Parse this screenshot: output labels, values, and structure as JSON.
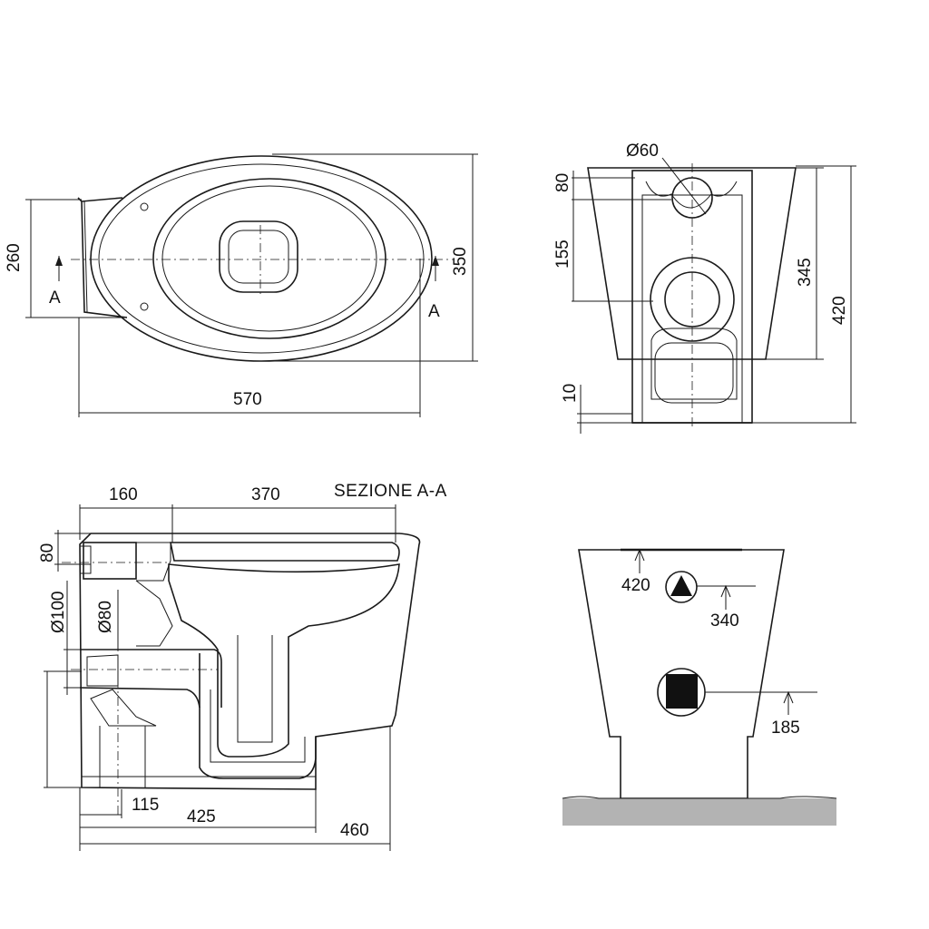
{
  "top_view": {
    "dim_width": "570",
    "dim_depth": "350",
    "dim_side": "260",
    "section_mark_left": "A",
    "section_mark_right": "A"
  },
  "rear_view": {
    "dim_diameter": "Ø60",
    "dim_top": "80",
    "dim_middle": "155",
    "dim_bottom": "10",
    "dim_inner_height": "345",
    "dim_total_height": "420"
  },
  "section_view": {
    "title": "SEZIONE A-A",
    "dim_rear": "160",
    "dim_front": "370",
    "dim_top": "80",
    "dim_outlet_diameter": "Ø100",
    "dim_inlet_diameter": "Ø80",
    "dim_outlet_offset": "115",
    "dim_base_length": "425",
    "dim_total_length": "460"
  },
  "side_view": {
    "dim_top_height": "420",
    "dim_water_height": "340",
    "dim_drain_height": "185"
  }
}
